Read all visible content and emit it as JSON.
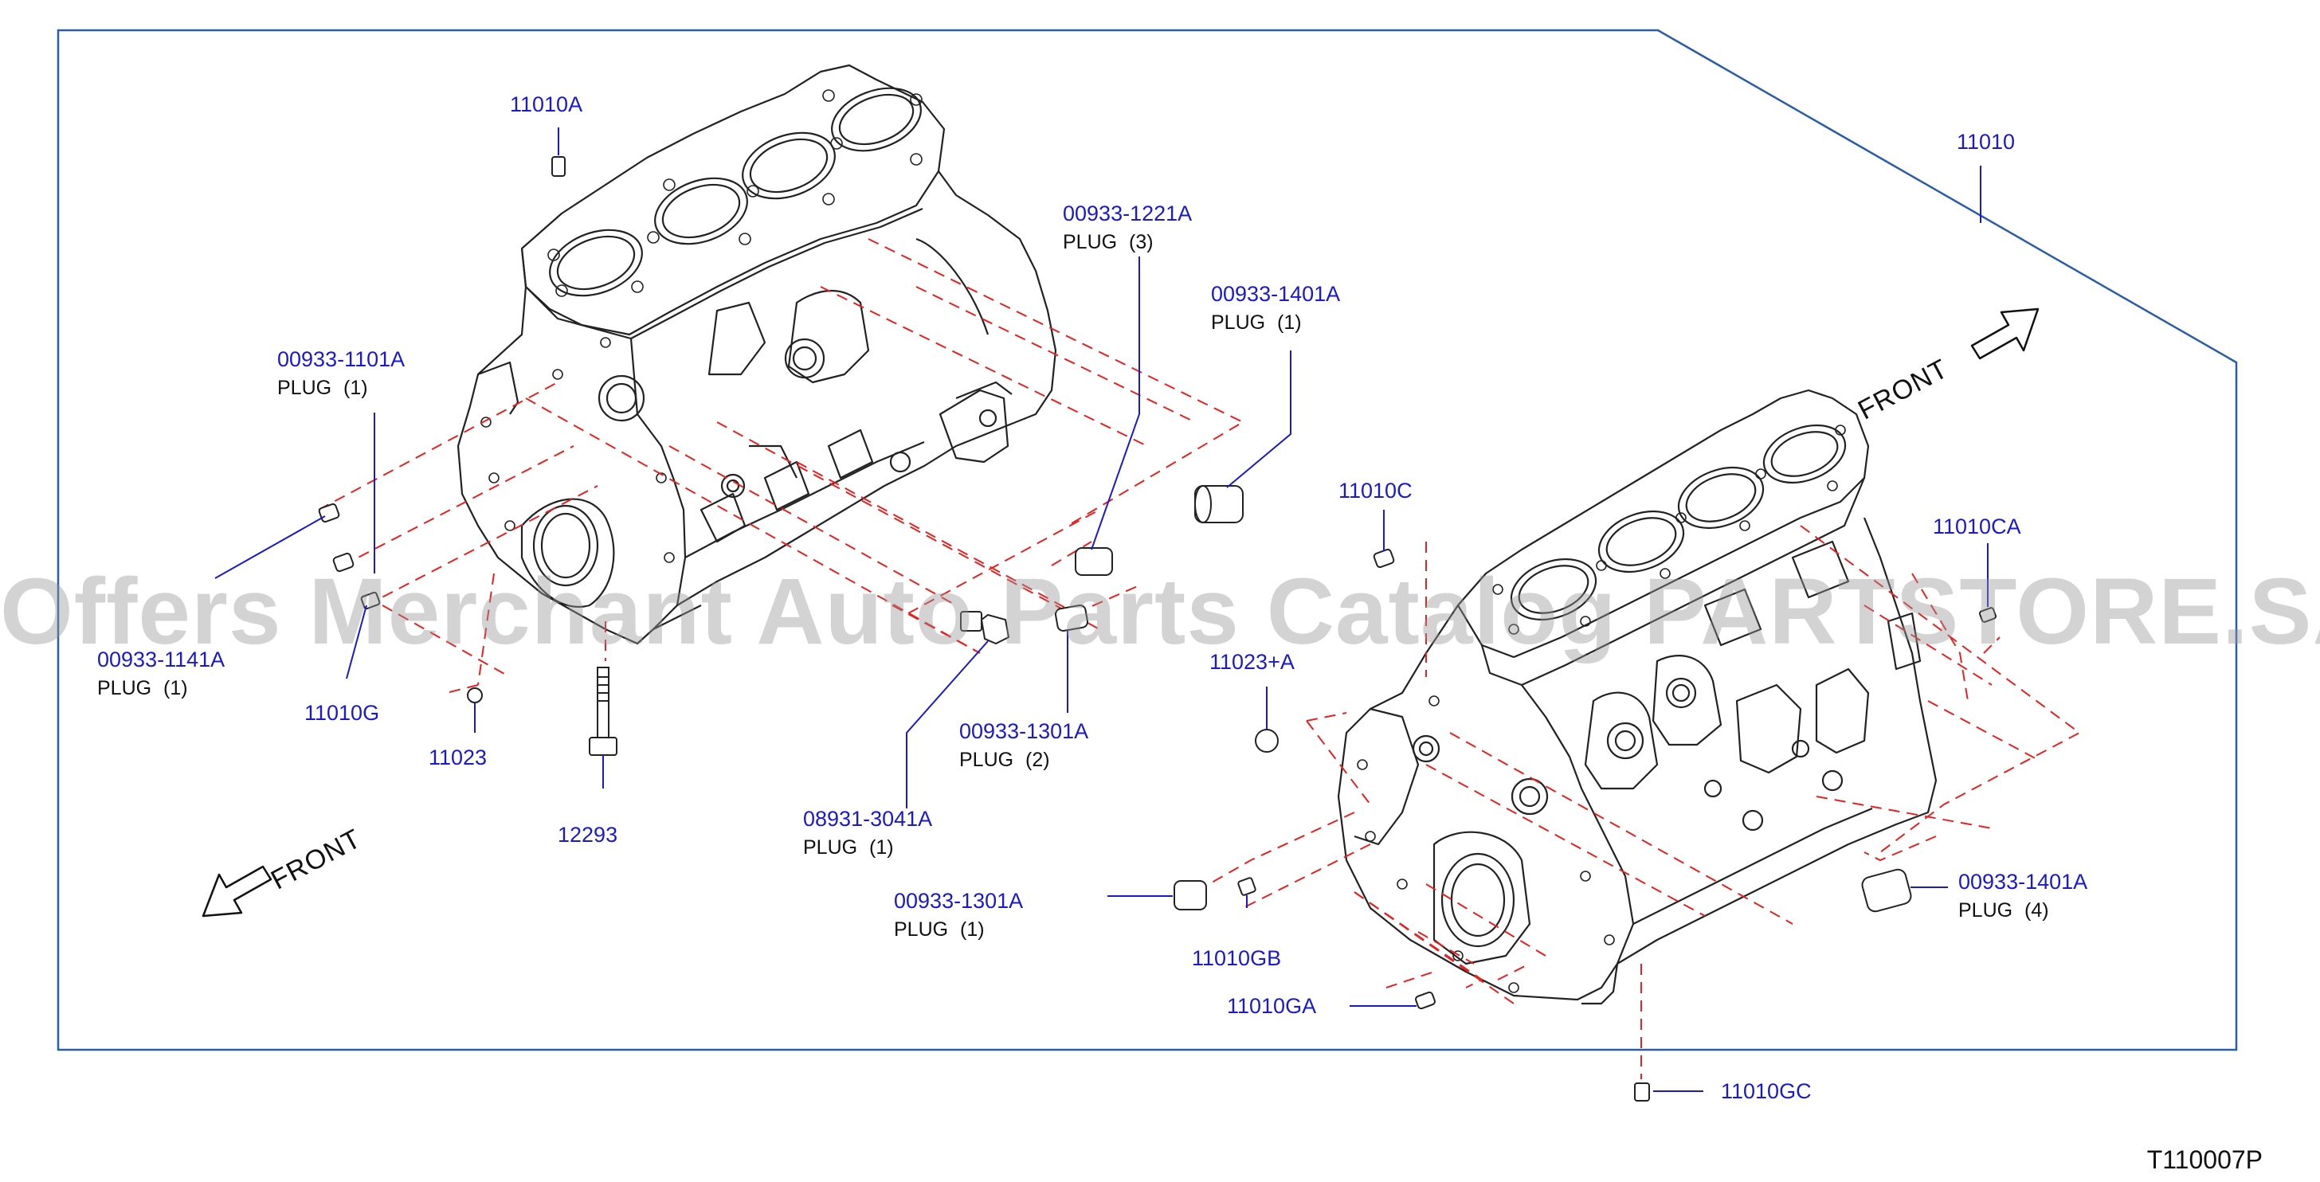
{
  "colors": {
    "part_number": "#1a1acb",
    "description": "#111111",
    "linework": "#222222",
    "leader_line": "#1a1acb",
    "dashed_line": "#e52121",
    "frame": "#2a5ca8",
    "watermark": "#969696"
  },
  "watermark": "Offers Merchant Auto Parts Catalog PARTSTORE.SA",
  "drawing_id": "T110007P",
  "front_labels": {
    "left": "FRONT",
    "right": "FRONT"
  },
  "icons": [
    "front-arrow-icon",
    "front-arrow-icon"
  ],
  "callouts": {
    "c11010A": {
      "part": "11010A"
    },
    "c11010": {
      "part": "11010"
    },
    "c00933_1221A": {
      "part": "00933-1221A",
      "desc": "PLUG  (3)"
    },
    "c00933_1401A_top": {
      "part": "00933-1401A",
      "desc": "PLUG  (1)"
    },
    "c00933_1101A": {
      "part": "00933-1101A",
      "desc": "PLUG  (1)"
    },
    "c11010C": {
      "part": "11010C"
    },
    "c11010CA": {
      "part": "11010CA"
    },
    "c00933_1141A": {
      "part": "00933-1141A",
      "desc": "PLUG  (1)"
    },
    "c11010G": {
      "part": "11010G"
    },
    "c11023": {
      "part": "11023"
    },
    "c12293": {
      "part": "12293"
    },
    "c11023A": {
      "part": "11023+A"
    },
    "c00933_1301A_mid": {
      "part": "00933-1301A",
      "desc": "PLUG  (2)"
    },
    "c08931_3041A": {
      "part": "08931-3041A",
      "desc": "PLUG  (1)"
    },
    "c00933_1301A_low": {
      "part": "00933-1301A",
      "desc": "PLUG  (1)"
    },
    "c11010GB": {
      "part": "11010GB"
    },
    "c00933_1401A_right": {
      "part": "00933-1401A",
      "desc": "PLUG  (4)"
    },
    "c11010GA": {
      "part": "11010GA"
    },
    "c11010GC": {
      "part": "11010GC"
    }
  }
}
